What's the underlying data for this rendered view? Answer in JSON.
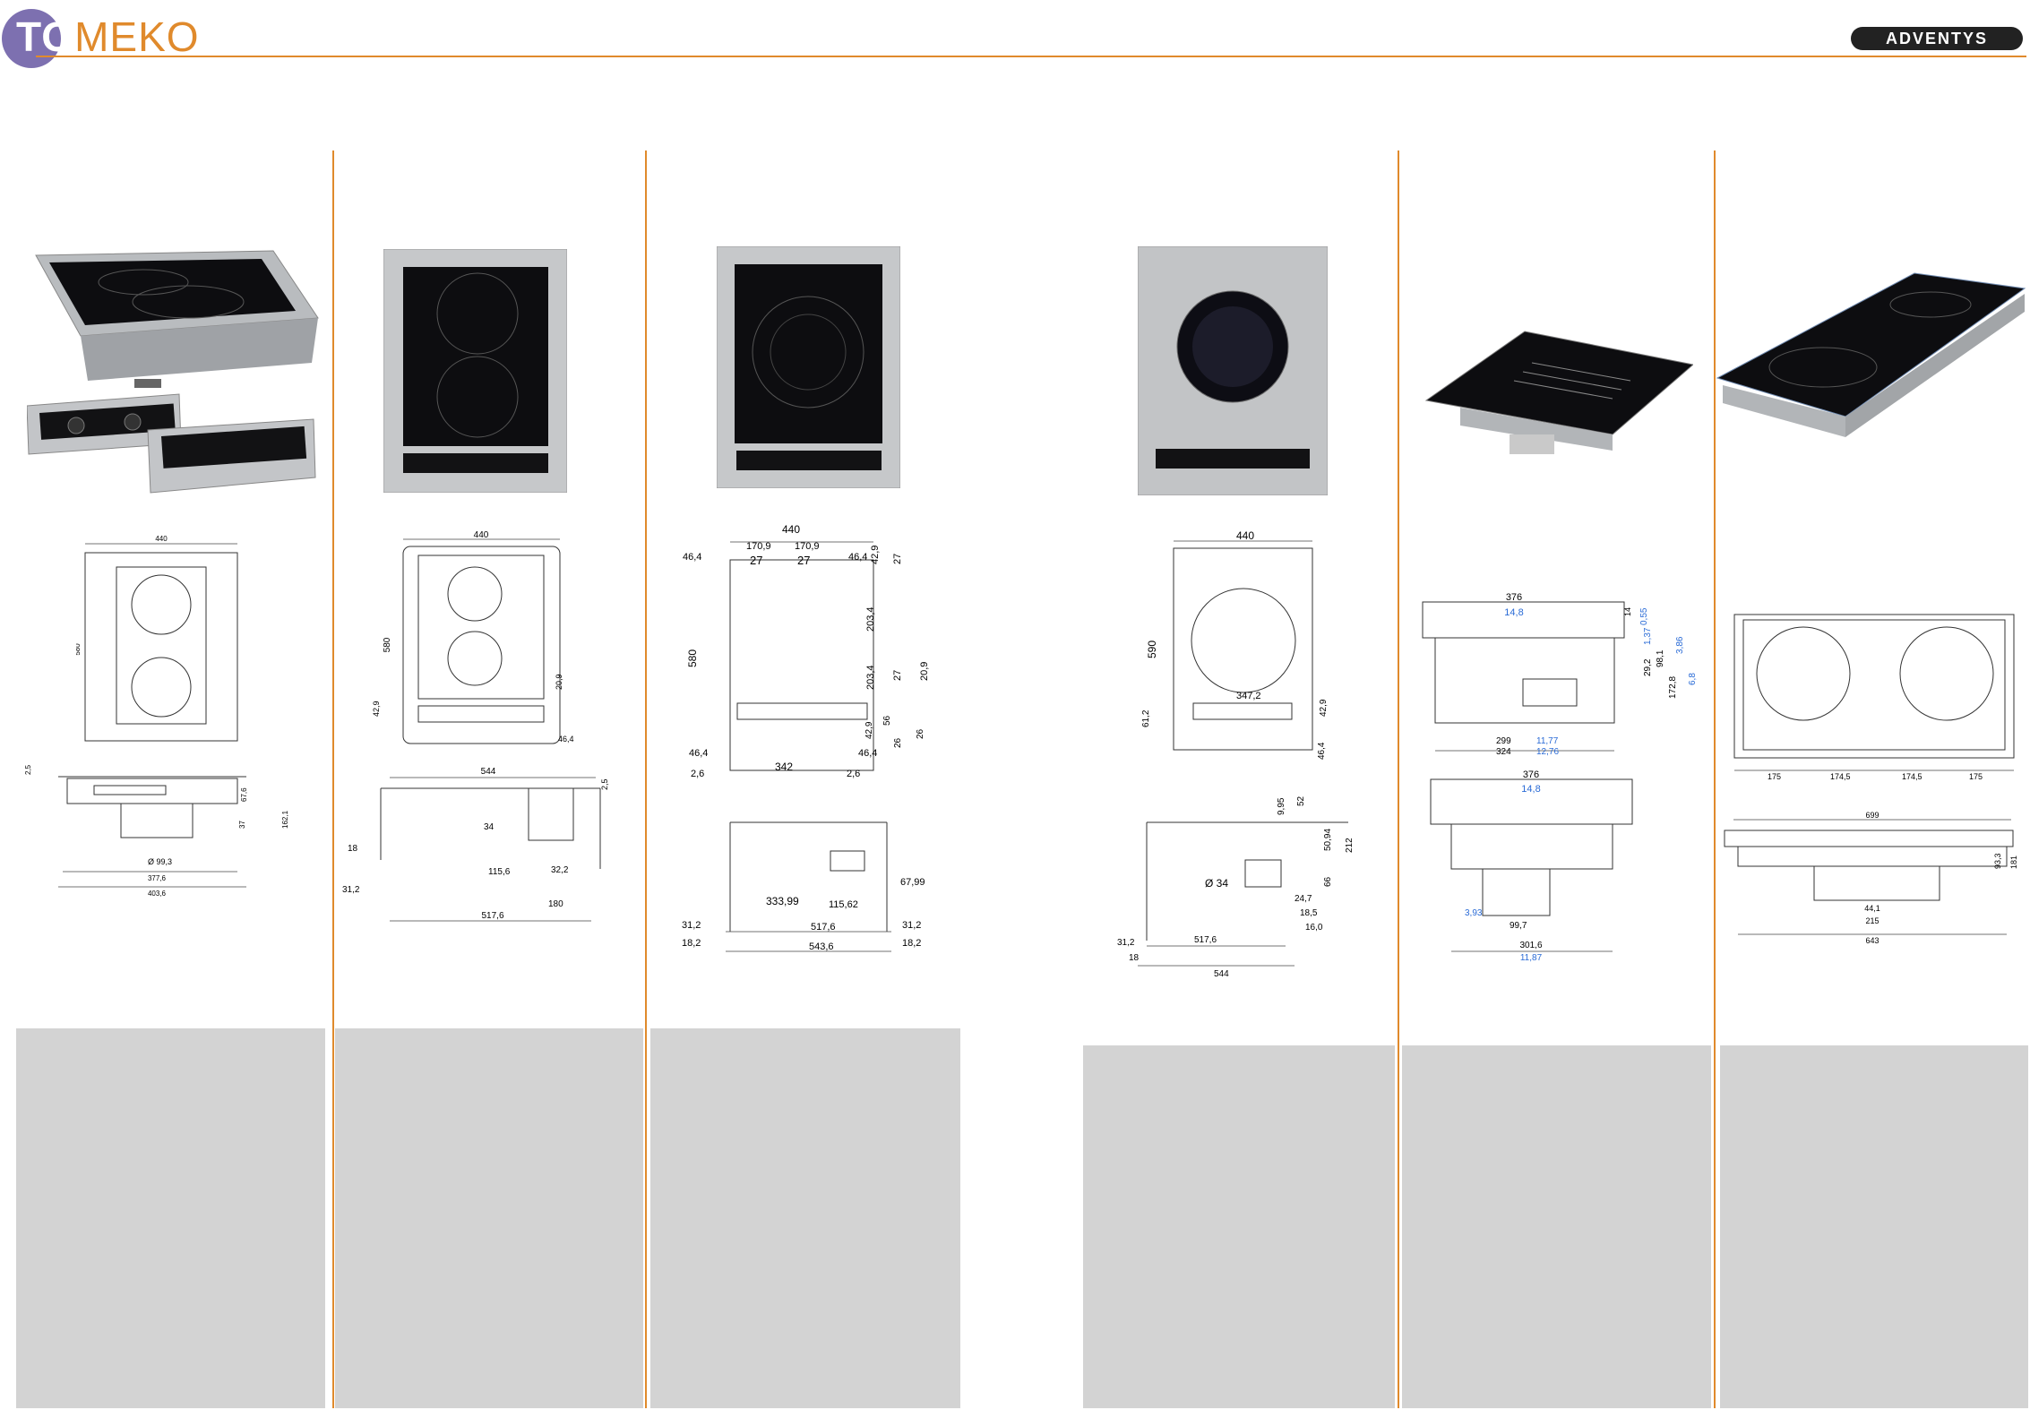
{
  "header": {
    "logo_to": "TO",
    "logo_meko": "MEKO",
    "brand": "ADVENTYS",
    "accent_color": "#e08a2c",
    "logo_color": "#7d70b0"
  },
  "col1": {
    "top_w": "440",
    "top_h": "580",
    "side_left": "2,5",
    "side_d": "Ø 99,3",
    "side_r1": "67,6",
    "side_r2": "37",
    "side_r3": "162,1",
    "side_b1": "377,6",
    "side_b2": "403,6"
  },
  "col2": {
    "top_w": "440",
    "top_h": "580",
    "top_l": "42,9",
    "top_r": "20,9",
    "top_b": "46,4",
    "side_w": "544",
    "side_tr": "2,5",
    "side_34": "34",
    "side_18": "18",
    "side_115": "115,6",
    "side_32": "32,2",
    "side_31": "31,2",
    "side_180": "180",
    "side_517": "517,6"
  },
  "col3": {
    "top_w": "440",
    "top_a": "170,9",
    "top_b": "170,9",
    "top_c": "46,4",
    "top_d": "27",
    "top_e": "27",
    "top_f": "46,4",
    "top_g": "42,9",
    "top_h": "27",
    "top_580": "580",
    "top_203a": "203,4",
    "top_203b": "203,4",
    "top_27b": "27",
    "top_20": "20,9",
    "top_56": "56",
    "top_42b": "42,9",
    "top_26a": "26",
    "top_26b": "26",
    "top_464a": "46,4",
    "top_464b": "46,4",
    "top_26c": "2,6",
    "top_342": "342",
    "top_26d": "2,6",
    "side_333": "333,99",
    "side_115": "115,62",
    "side_67": "67,99",
    "side_31a": "31,2",
    "side_517": "517,6",
    "side_31b": "31,2",
    "side_18a": "18,2",
    "side_543": "543,6",
    "side_18b": "18,2"
  },
  "col4": {
    "top_w": "440",
    "top_h": "590",
    "top_347": "347,2",
    "top_42": "42,9",
    "top_612": "61,2",
    "top_464": "46,4",
    "side_95": "9,95",
    "side_52": "52",
    "side_50": "50,94",
    "side_212": "212",
    "side_d": "Ø 34",
    "side_66": "66",
    "side_247": "24,7",
    "side_185": "18,5",
    "side_160": "16,0",
    "side_31": "31,2",
    "side_517": "517,6",
    "side_18": "18",
    "side_544": "544"
  },
  "col5": {
    "top_376": "376",
    "top_148": "14,8",
    "top_14": "14",
    "top_055": "0,55",
    "top_137": "1,37",
    "top_306": "3,86",
    "top_292": "29,2",
    "top_981": "98,1",
    "top_172": "172,8",
    "top_68": "6,8",
    "top_299": "299",
    "top_1177": "11,77",
    "top_324": "324",
    "top_1276": "12,76",
    "side_376": "376",
    "side_148": "14,8",
    "side_393": "3,93",
    "side_997": "99,7",
    "side_3016": "301,6",
    "side_1187": "11,87",
    "blue": "#2a6bd6"
  },
  "col6": {
    "top_a": "175",
    "top_b": "174,5",
    "top_c": "174,5",
    "top_d": "175",
    "side_w": "699",
    "side_r1": "93,3",
    "side_r2": "181",
    "side_c1": "44,1",
    "side_c2": "215",
    "side_b": "643"
  }
}
